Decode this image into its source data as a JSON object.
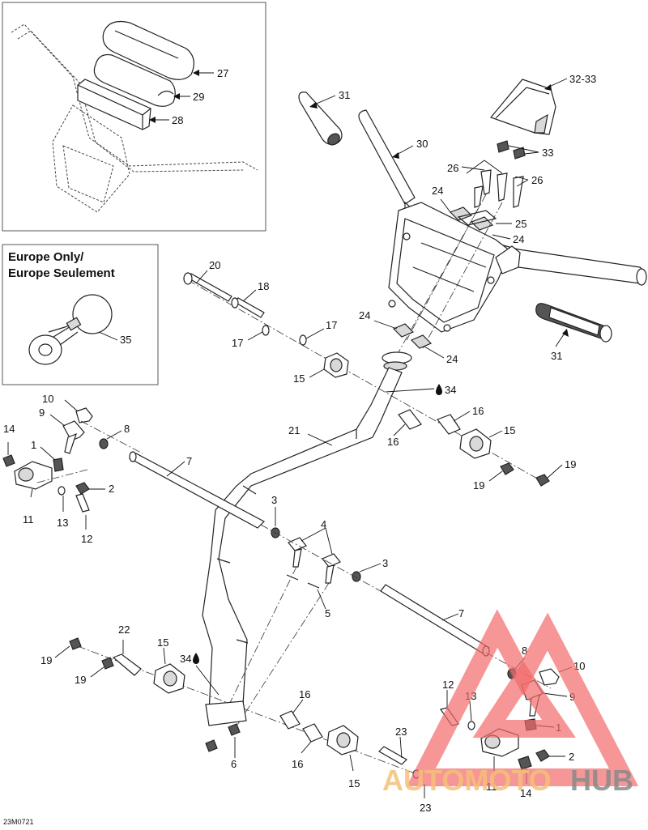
{
  "inset_region": {
    "title_line1": "Europe Only/",
    "title_line2": "Europe Seulement"
  },
  "callouts": {
    "c27": "27",
    "c29": "29",
    "c28": "28",
    "c31a": "31",
    "c3233": "32-33",
    "c30": "30",
    "c33": "33",
    "c26a": "26",
    "c26b": "26",
    "c24a": "24",
    "c25": "25",
    "c24b": "24",
    "c20": "20",
    "c18": "18",
    "c17a": "17",
    "c17b": "17",
    "c15a": "15",
    "c24c": "24",
    "c24d": "24",
    "c31b": "31",
    "c34a": "34",
    "c35": "35",
    "c10a": "10",
    "c9a": "9",
    "c8a": "8",
    "c14a": "14",
    "c1a": "1",
    "c7a": "7",
    "c2a": "2",
    "c11a": "11",
    "c13a": "13",
    "c12a": "12",
    "c21": "21",
    "c16a": "16",
    "c16b": "16",
    "c15b": "15",
    "c19a": "19",
    "c19b": "19",
    "c3a": "3",
    "c4": "4",
    "c3b": "3",
    "c5": "5",
    "c7b": "7",
    "c22": "22",
    "c19c": "19",
    "c19d": "19",
    "c15c": "15",
    "c34b": "34",
    "c8b": "8",
    "c10b": "10",
    "c12b": "12",
    "c13b": "13",
    "c9b": "9",
    "c1b": "1",
    "c16c": "16",
    "c16d": "16",
    "c23a": "23",
    "c6": "6",
    "c15d": "15",
    "c2b": "2",
    "c11b": "11",
    "c14b": "14",
    "c23b": "23"
  },
  "reference_code": "23M0721",
  "watermark": {
    "auto": "AUTOMOTO",
    "hub": "HUB",
    "colors": {
      "triangle": "#f26a6a",
      "auto_text": "#f5c07a",
      "hub_text": "#8a8a8a"
    }
  },
  "icons": {
    "oil_drop": "oil-drop-icon"
  }
}
